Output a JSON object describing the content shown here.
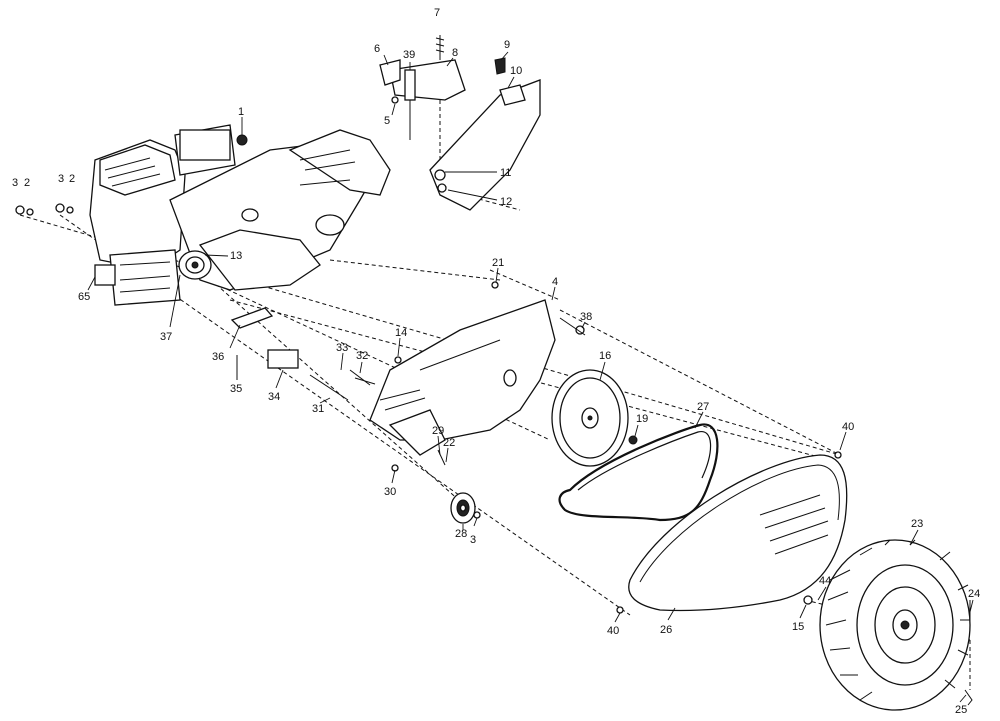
{
  "labels": [
    "1",
    "2",
    "2",
    "3",
    "3",
    "3",
    "4",
    "5",
    "6",
    "7",
    "8",
    "9",
    "10",
    "11",
    "12",
    "13",
    "14",
    "15",
    "16",
    "19",
    "21",
    "22",
    "23",
    "24",
    "25",
    "26",
    "27",
    "28",
    "29",
    "30",
    "31",
    "32",
    "33",
    "34",
    "35",
    "36",
    "37",
    "38",
    "39",
    "40",
    "40",
    "44",
    "65"
  ]
}
